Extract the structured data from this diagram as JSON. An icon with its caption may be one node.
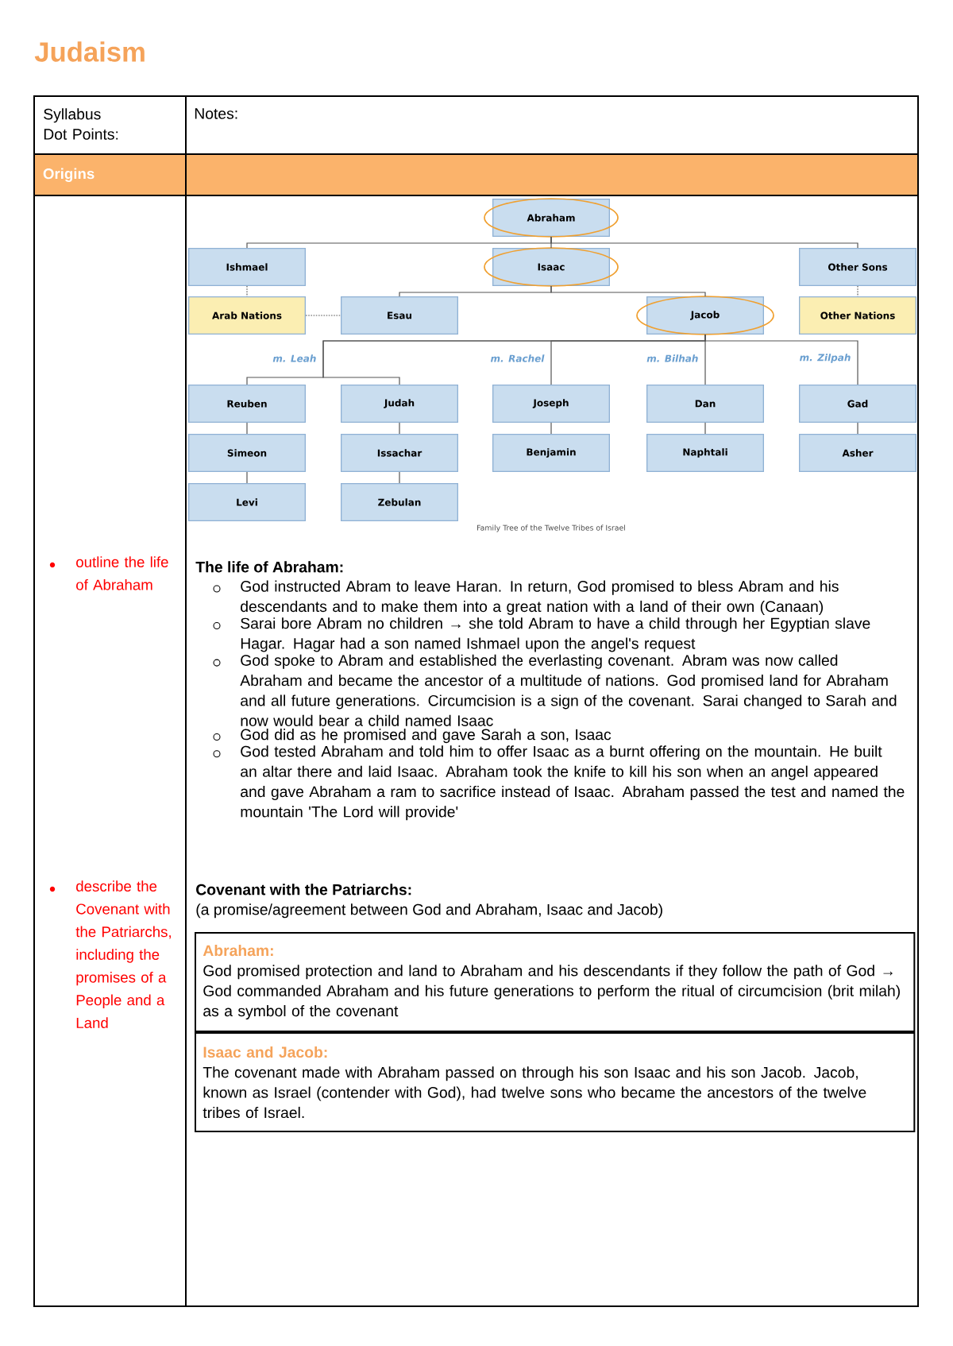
{
  "diagram": {
    "title": "Judaism",
    "nodes": [
      {
        "text": [
          "Origins"
        ]
      },
      {
        "text": [
          "Abraham"
        ]
      },
      {
        "text": [
          "Ishmael"
        ]
      },
      {
        "text": [
          "Isaac"
        ]
      },
      {
        "text": [
          "Other Sons"
        ]
      },
      {
        "text": [
          "Arab Nations"
        ]
      },
      {
        "text": [
          "Esau"
        ]
      },
      {
        "text": [
          "Jacob"
        ]
      },
      {
        "text": [
          "Other Nations"
        ]
      },
      {
        "text": [
          "Reuben"
        ]
      },
      {
        "text": [
          "Judah"
        ]
      },
      {
        "text": [
          "Joseph"
        ]
      },
      {
        "text": [
          "Dan"
        ]
      },
      {
        "text": [
          "Gad"
        ]
      },
      {
        "text": [
          "Simeon"
        ]
      },
      {
        "text": [
          "Issachar"
        ]
      },
      {
        "text": [
          "Benjamin"
        ]
      },
      {
        "text": [
          "Naphtali"
        ]
      },
      {
        "text": [
          "Asher"
        ]
      },
      {
        "text": [
          "Levi"
        ]
      },
      {
        "text": [
          "Zebulan"
        ]
      },
      {
        "text": [
          "Abraham:",
          "God promised protection and land to Abraham and his descendants if they follow the path of God → God commanded Abraham and his future generations to perform the ritual of circumcision (brit milah) as a symbol of the covenant"
        ]
      },
      {
        "text": [
          "Isaac and Jacob:",
          "The covenant made with Abraham passed on through his son Isaac and his son Jacob. Jacob, known as Israel (contender with God), had twelve sons who became the ancestors of the twelve tribes of Israel."
        ]
      }
    ],
    "edges": [
      {
        "from": 1,
        "to": 2,
        "arrow": "none"
      },
      {
        "from": 1,
        "to": 3,
        "arrow": "none"
      },
      {
        "from": 1,
        "to": 4,
        "arrow": "none"
      },
      {
        "from": 2,
        "to": 5,
        "arrow": "none",
        "style": "dashed"
      },
      {
        "from": 4,
        "to": 8,
        "arrow": "none",
        "style": "dashed"
      },
      {
        "from": 5,
        "to": 6,
        "arrow": "none",
        "style": "dashed"
      },
      {
        "from": 3,
        "to": 6,
        "arrow": "none"
      },
      {
        "from": 3,
        "to": 7,
        "arrow": "none"
      },
      {
        "from": 7,
        "to": 9,
        "arrow": "none",
        "label": "m. Leah"
      },
      {
        "from": 7,
        "to": 10,
        "arrow": "none"
      },
      {
        "from": 7,
        "to": 11,
        "arrow": "none",
        "label": "m. Rachel"
      },
      {
        "from": 7,
        "to": 12,
        "arrow": "none",
        "label": "m. Bilhah"
      },
      {
        "from": 7,
        "to": 13,
        "arrow": "none",
        "label": "m. Zilpah"
      },
      {
        "from": 9,
        "to": 14,
        "arrow": "none"
      },
      {
        "from": 14,
        "to": 19,
        "arrow": "none"
      },
      {
        "from": 10,
        "to": 15,
        "arrow": "none"
      },
      {
        "from": 15,
        "to": 20,
        "arrow": "none"
      },
      {
        "from": 11,
        "to": 16,
        "arrow": "none"
      },
      {
        "from": 12,
        "to": 17,
        "arrow": "none"
      },
      {
        "from": 13,
        "to": 18,
        "arrow": "none"
      }
    ],
    "labels": [
      "Syllabus Dot Points:",
      "Notes:",
      "Family Tree of the Twelve Tribes of Israel",
      "outline the life of Abraham",
      "The life of Abraham:",
      "God instructed Abram to leave Haran. In return, God promised to bless Abram and his descendants and to make them into a great nation with a land of their own (Canaan)",
      "Sarai bore Abram no children → she told Abram to have a child through her Egyptian slave Hagar. Hagar had a son named Ishmael upon the angel's request",
      "God spoke to Abram and established the everlasting covenant. Abram was now called Abraham and became the ancestor of a multitude of nations. God promised land for Abraham and all future generations. Circumcision is a sign of the covenant. Sarai changed to Sarah and now would bear a child named Isaac",
      "God did as he promised and gave Sarah a son, Isaac",
      "God tested Abraham and told him to offer Isaac as a burnt offering on the mountain. He built an altar there and laid Isaac. Abraham took the knife to kill his son when an angel appeared and gave Abraham a ram to sacrifice instead of Isaac. Abraham passed the test and named the mountain 'The Lord will provide'",
      "describe the Covenant with the Patriarchs, including the promises of a People and a Land",
      "Covenant with the Patriarchs:",
      "(a promise/agreement between God and Abraham, Isaac and Jacob)"
    ]
  }
}
